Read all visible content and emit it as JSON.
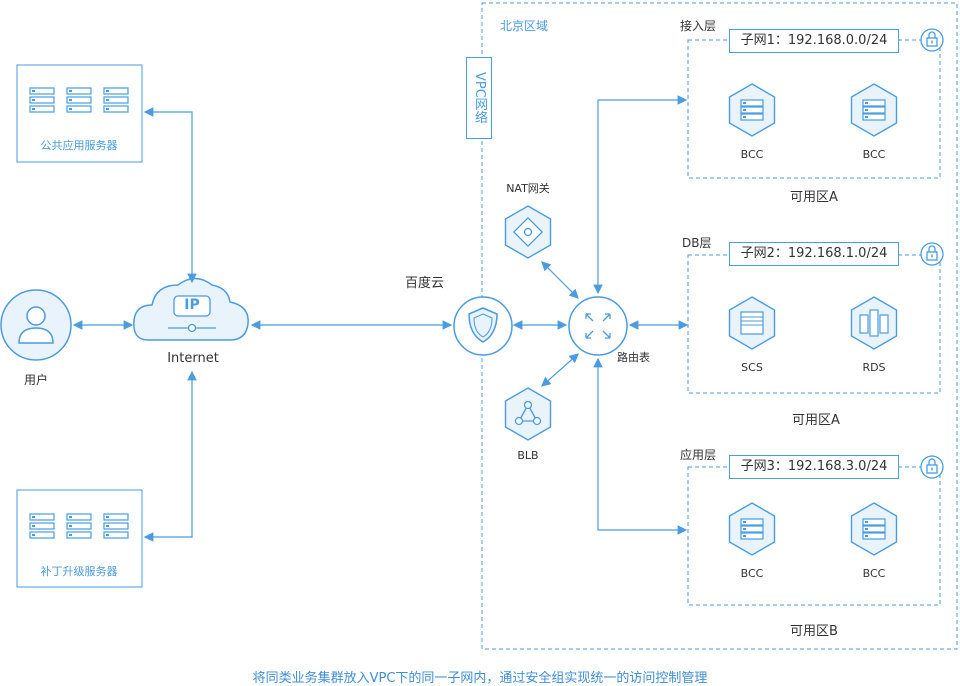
{
  "region": {
    "label": "北京区域"
  },
  "vpc": {
    "label": "VPC网络"
  },
  "cloud_provider": {
    "label": "百度云"
  },
  "left": {
    "public_server": {
      "label": "公共应用服务器"
    },
    "patch_server": {
      "label": "补丁升级服务器"
    },
    "user": {
      "label": "用户"
    },
    "internet": {
      "label": "Internet",
      "ip_text": "IP"
    }
  },
  "center": {
    "nat": {
      "label": "NAT网关"
    },
    "blb": {
      "label": "BLB"
    },
    "router": {
      "label": "路由表"
    }
  },
  "tiers": [
    {
      "layer": "接入层",
      "subnet": "子网1：192.168.0.0/24",
      "zone": "可用区A",
      "nodes": [
        {
          "label": "BCC",
          "icon": "server"
        },
        {
          "label": "BCC",
          "icon": "server"
        }
      ]
    },
    {
      "layer": "DB层",
      "subnet": "子网2：192.168.1.0/24",
      "zone": "可用区A",
      "nodes": [
        {
          "label": "SCS",
          "icon": "cache"
        },
        {
          "label": "RDS",
          "icon": "database"
        }
      ]
    },
    {
      "layer": "应用层",
      "subnet": "子网3：192.168.3.0/24",
      "zone": "可用区B",
      "nodes": [
        {
          "label": "BCC",
          "icon": "server"
        },
        {
          "label": "BCC",
          "icon": "server"
        }
      ]
    }
  ],
  "colors": {
    "accent": "#4a9be0",
    "light_fill": "#e9f3fc",
    "caption": "#3f8fd8"
  },
  "caption": "将同类业务集群放入VPC下的同一子网内，通过安全组实现统一的访问控制管理"
}
